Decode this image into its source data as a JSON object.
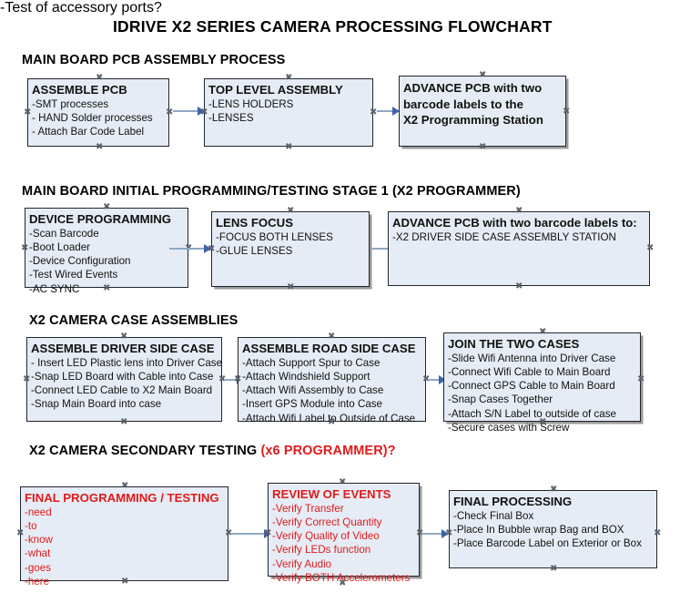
{
  "document": {
    "title": "IDRIVE X2  SERIES CAMERA PROCESSING FLOWCHART"
  },
  "colors": {
    "box_fill": "#e6ecf5",
    "box_border": "#20262e",
    "accent_red": "#e01b1b",
    "arrow_line": "#8fa8c4",
    "arrow_head": "#3f63a8",
    "text": "#111111"
  },
  "sections": [
    {
      "id": "pcb-assembly",
      "heading": "MAIN BOARD PCB ASSEMBLY PROCESS",
      "heading_accent": "",
      "boxes": [
        {
          "id": "assemble-pcb",
          "title": "ASSEMBLE PCB",
          "items": [
            "-SMT processes",
            "- HAND Solder processes",
            "- Attach Bar Code Label"
          ]
        },
        {
          "id": "top-level-assembly",
          "title": "TOP LEVEL ASSEMBLY",
          "items": [
            "-LENS HOLDERS",
            "-LENSES"
          ]
        },
        {
          "id": "advance-pcb-programming-station",
          "lines": [
            "ADVANCE PCB with two",
            "barcode labels to the",
            " X2 Programming Station"
          ]
        }
      ]
    },
    {
      "id": "initial-programming",
      "heading": "MAIN BOARD INITIAL PROGRAMMING/TESTING STAGE 1 (X2 PROGRAMMER)",
      "heading_accent": "",
      "boxes": [
        {
          "id": "device-programming",
          "title": "DEVICE PROGRAMMING",
          "items": [
            "-Scan Barcode",
            "-Boot Loader",
            "-Device Configuration",
            "-Test Wired Events",
            "-AC SYNC"
          ]
        },
        {
          "id": "lens-focus",
          "title": "LENS FOCUS",
          "items": [
            "-FOCUS BOTH LENSES",
            "-GLUE LENSES"
          ]
        },
        {
          "id": "advance-pcb-driver-side",
          "title": "ADVANCE PCB with two barcode labels to:",
          "items": [
            "-X2 DRIVER  SIDE  CASE  ASSEMBLY STATION"
          ]
        }
      ]
    },
    {
      "id": "case-assemblies",
      "heading": "X2 CAMERA CASE ASSEMBLIES",
      "heading_accent": "",
      "boxes": [
        {
          "id": "assemble-driver-side-case",
          "title": "ASSEMBLE DRIVER SIDE CASE",
          "items": [
            "- Insert LED Plastic lens into Driver Case",
            "-Snap LED Board with Cable into Case",
            "-Connect LED Cable to X2 Main Board",
            "-Snap Main Board into case"
          ]
        },
        {
          "id": "assemble-road-side-case",
          "title": "ASSEMBLE ROAD SIDE CASE",
          "items": [
            "-Attach Support Spur to Case",
            "-Attach Windshield Support",
            "-Attach Wifi Assembly to Case",
            "-Insert GPS Module into Case",
            "-Attach Wifi Label to Outside of Case"
          ]
        },
        {
          "id": "join-the-two-cases",
          "title": "JOIN THE TWO CASES",
          "items": [
            "-Slide Wifi Antenna into Driver Case",
            "-Connect Wifi Cable to Main Board",
            "-Connect GPS Cable to Main Board",
            "-Snap Cases Together",
            "-Attach S/N Label to outside of case",
            "-Secure cases with Screw"
          ]
        }
      ]
    },
    {
      "id": "secondary-testing",
      "heading": "X2 CAMERA SECONDARY TESTING ",
      "heading_accent": "(x6 PROGRAMMER)?",
      "boxes": [
        {
          "id": "final-programming-testing",
          "title": "FINAL PROGRAMMING / TESTING",
          "items": [
            "-need",
            "-to",
            "-know",
            "-what",
            "-goes",
            "-here"
          ]
        },
        {
          "id": "review-of-events",
          "title": "REVIEW OF EVENTS",
          "items": [
            "-Verify Transfer",
            "-Verify Correct Quantity",
            "-Verify Quality of Video",
            "-Verify LEDs function",
            "-Verify Audio",
            "-Verify BOTH Accelerometers"
          ],
          "overflow_item": "-Test of accessory ports?"
        },
        {
          "id": "final-processing",
          "title": "FINAL PROCESSING",
          "items": [
            " -Check Final Box",
            "-Place In Bubble wrap Bag and BOX",
            "-Place Barcode Label on Exterior or Box"
          ]
        }
      ]
    }
  ]
}
